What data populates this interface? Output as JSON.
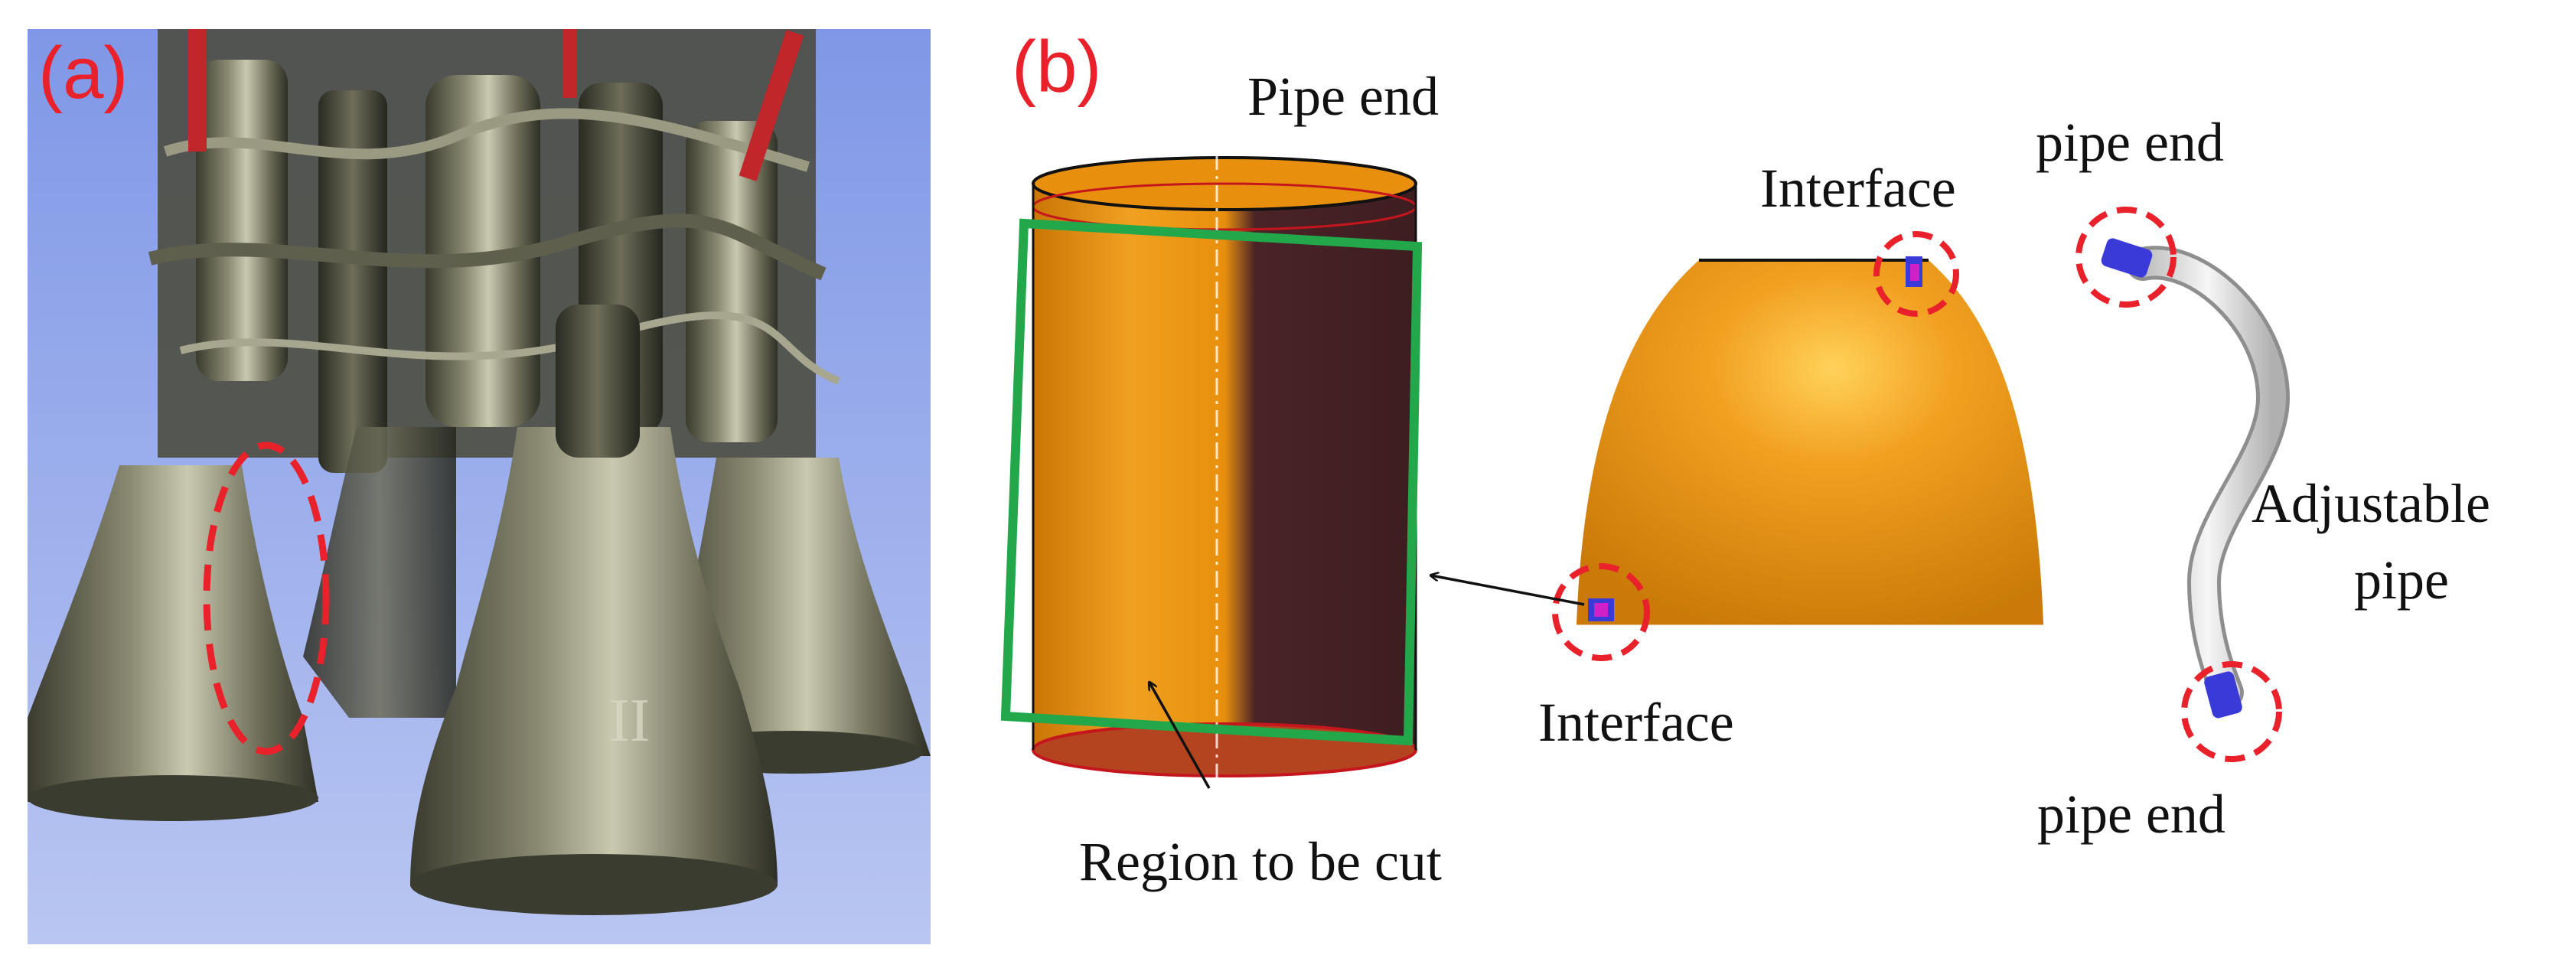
{
  "panel_a": {
    "label": "(a)",
    "annotation_color": "#e8212a"
  },
  "panel_b": {
    "label": "(b)",
    "labels": {
      "pipe_end_top": "Pipe end",
      "region_to_be_cut": "Region to be cut",
      "interface_top": "Interface",
      "interface_bottom": "Interface",
      "pipe_end_right_top": "pipe end",
      "pipe_end_right_bottom": "pipe end",
      "adjustable_pipe_line1": "Adjustable",
      "adjustable_pipe_line2": "pipe"
    },
    "colors": {
      "orange": "#e8900e",
      "dark_brown": "#4a2327",
      "green_outline": "#22a84a",
      "red_dashed": "#e8212a",
      "interface_blue": "#3a3ad8",
      "interface_magenta": "#d020c8",
      "pipe_gray": "#e6e6e6"
    }
  }
}
